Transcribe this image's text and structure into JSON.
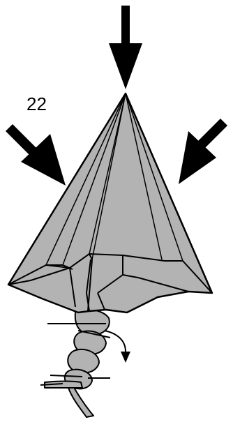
{
  "diagram": {
    "step_number": "22",
    "paper_color": "#b3b3b3",
    "line_color": "#000000",
    "icons": [
      "push-arrow-top",
      "push-arrow-left",
      "push-arrow-right",
      "twist-arrow",
      "twisted-stem"
    ]
  }
}
